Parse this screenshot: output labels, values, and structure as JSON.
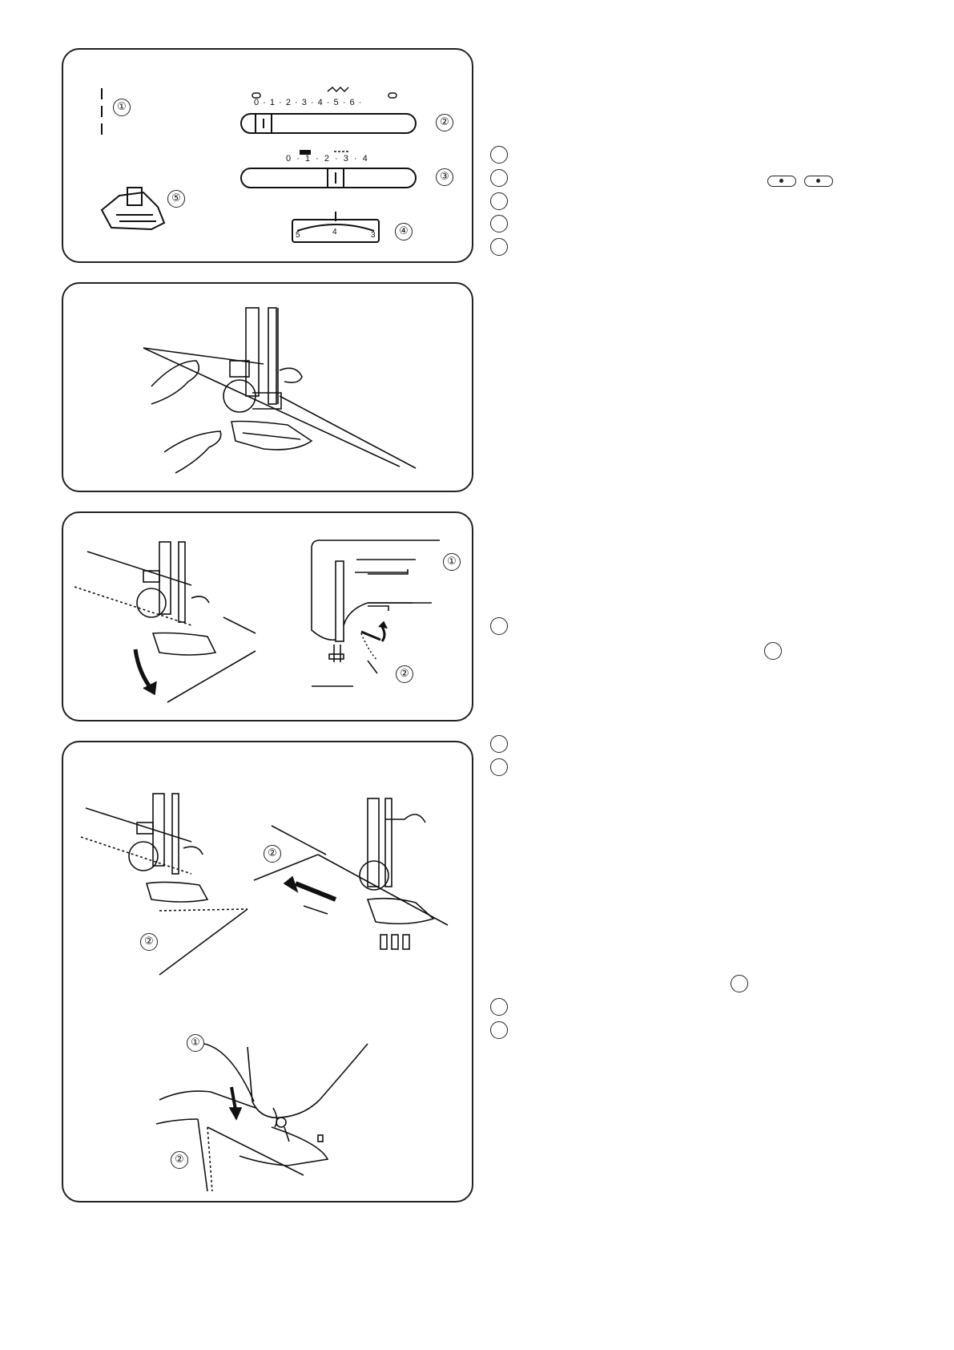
{
  "panel1": {
    "callouts": [
      "①",
      "②",
      "③",
      "④",
      "⑤"
    ],
    "stitch_width_scale": [
      "0",
      "1",
      "2",
      "3",
      "4",
      "5",
      "6"
    ],
    "stitch_length_scale": [
      "0",
      "1",
      "2",
      "3",
      "4"
    ],
    "tension_dial": [
      "5",
      "4",
      "3"
    ]
  },
  "panel3": {
    "callouts": [
      "①",
      "②"
    ]
  },
  "panel4": {
    "callouts": [
      "②",
      "②",
      "①",
      "②"
    ]
  },
  "side_markers": {
    "group1_count": 5,
    "group2_count": 2,
    "group3_count": 1,
    "group4_count": 2
  }
}
